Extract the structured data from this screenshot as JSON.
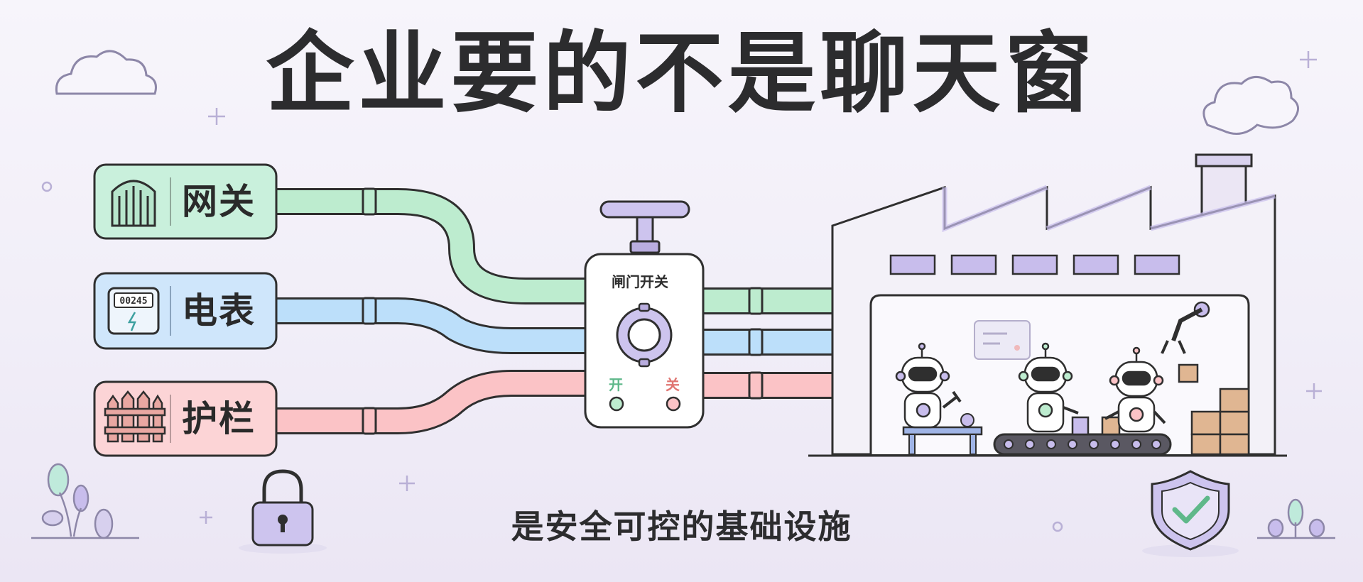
{
  "title": "企业要的不是聊天窗",
  "subtitle": "是安全可控的基础设施",
  "components": [
    {
      "label": "网关",
      "icon": "gate-icon",
      "color": "#c9f0dc",
      "stroke": "#2f2f2f"
    },
    {
      "label": "电表",
      "icon": "electric-meter-icon",
      "color": "#cfe6fb",
      "stroke": "#2f2f2f",
      "meter_reading": "00245"
    },
    {
      "label": "护栏",
      "icon": "fence-icon",
      "color": "#fcd4d6",
      "stroke": "#2f2f2f"
    }
  ],
  "valve": {
    "label": "闸门开关",
    "open_label": "开",
    "close_label": "关"
  },
  "colors": {
    "green_pipe": "#bdeccf",
    "blue_pipe": "#bcdffa",
    "red_pipe": "#fbc3c6",
    "purple": "#c8bdec",
    "outline": "#2f2f2f"
  }
}
